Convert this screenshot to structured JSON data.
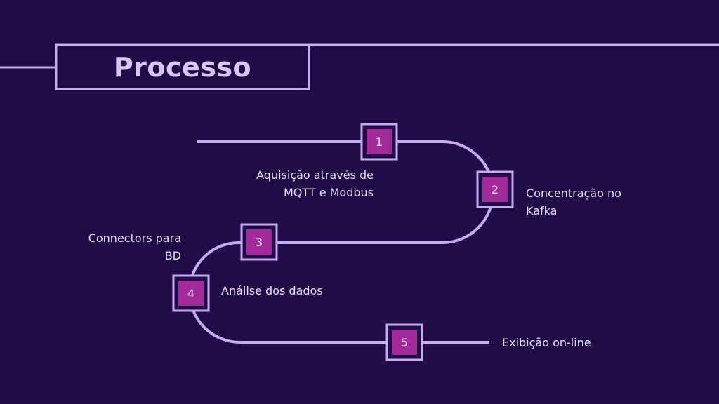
{
  "title": "Processo",
  "steps": [
    {
      "number": "1",
      "label_line1": "Aquisição através de",
      "label_line2": "MQTT e Modbus"
    },
    {
      "number": "2",
      "label_line1": "Concentração no",
      "label_line2": "Kafka"
    },
    {
      "number": "3",
      "label_line1": "Connectors para",
      "label_line2": "BD"
    },
    {
      "number": "4",
      "label_line1": "Análise dos dados"
    },
    {
      "number": "5",
      "label_line1": "Exibição on-line"
    }
  ],
  "colors": {
    "background": "#200d48",
    "line": "#c9a9f2",
    "step_fill": "#a32a9a",
    "title_text": "#dcc4f6",
    "label_text": "#e6ddf6"
  }
}
